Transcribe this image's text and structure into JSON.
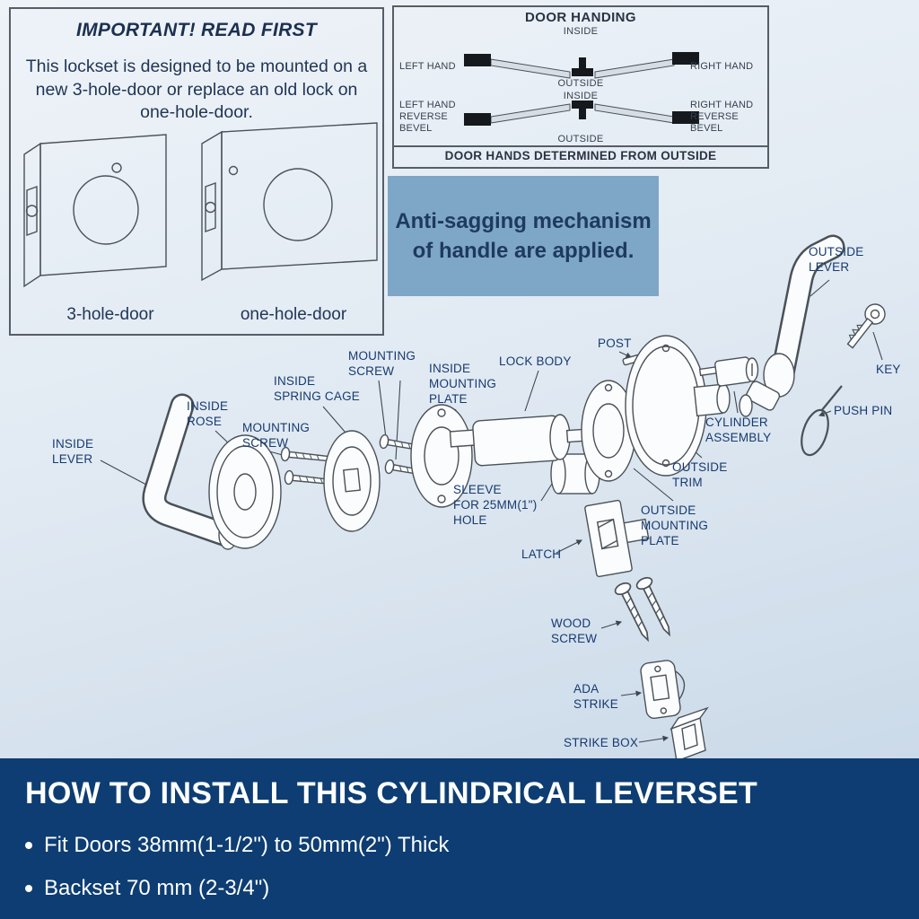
{
  "important_box": {
    "title": "IMPORTANT! READ FIRST",
    "body": "This lockset is designed to be mounted on a new  3-hole-door or replace an old lock on one-hole-door.",
    "door_3hole_label": "3-hole-door",
    "door_1hole_label": "one-hole-door"
  },
  "door_handing": {
    "title": "DOOR HANDING",
    "inside_top": "INSIDE",
    "outside_top": "OUTSIDE",
    "inside_bottom": "INSIDE",
    "outside_bottom": "OUTSIDE",
    "left_hand": "LEFT HAND",
    "right_hand": "RIGHT HAND",
    "left_hand_reverse": "LEFT HAND\nREVERSE\nBEVEL",
    "right_hand_reverse": "RIGHT HAND\nREVERSE\nBEVEL",
    "footer": "DOOR HANDS DETERMINED FROM OUTSIDE"
  },
  "anti_sagging_note": "Anti-sagging mechanism\nof handle are applied.",
  "part_labels": {
    "inside_lever": "INSIDE\nLEVER",
    "inside_rose": "INSIDE\nROSE",
    "mounting_screw_1": "MOUNTING\nSCREW",
    "inside_spring_cage": "INSIDE\nSPRING CAGE",
    "mounting_screw_2": "MOUNTING\nSCREW",
    "inside_mounting_plate": "INSIDE\nMOUNTING\nPLATE",
    "lock_body": "LOCK BODY",
    "post": "POST",
    "sleeve": "SLEEVE\nFOR 25MM(1\")\nHOLE",
    "latch": "LATCH",
    "outside_mounting_plate": "OUTSIDE\nMOUNTING\nPLATE",
    "outside_trim": "OUTSIDE\nTRIM",
    "cylinder_assembly": "CYLINDER\nASSEMBLY",
    "outside_lever": "OUTSIDE\nLEVER",
    "key": "KEY",
    "push_pin": "PUSH PIN",
    "wood_screw": "WOOD\nSCREW",
    "ada_strike": "ADA\nSTRIKE",
    "strike_box": "STRIKE BOX"
  },
  "banner": {
    "title": "HOW TO INSTALL THIS CYLINDRICAL LEVERSET",
    "bullets": [
      "Fit Doors 38mm(1-1/2\") to 50mm(2\") Thick",
      "Backset 70 mm (2-3/4\")"
    ]
  },
  "colors": {
    "banner_bg": "#0d3d72",
    "note_bg": "#7ea6c6",
    "label_text": "#173a70"
  }
}
